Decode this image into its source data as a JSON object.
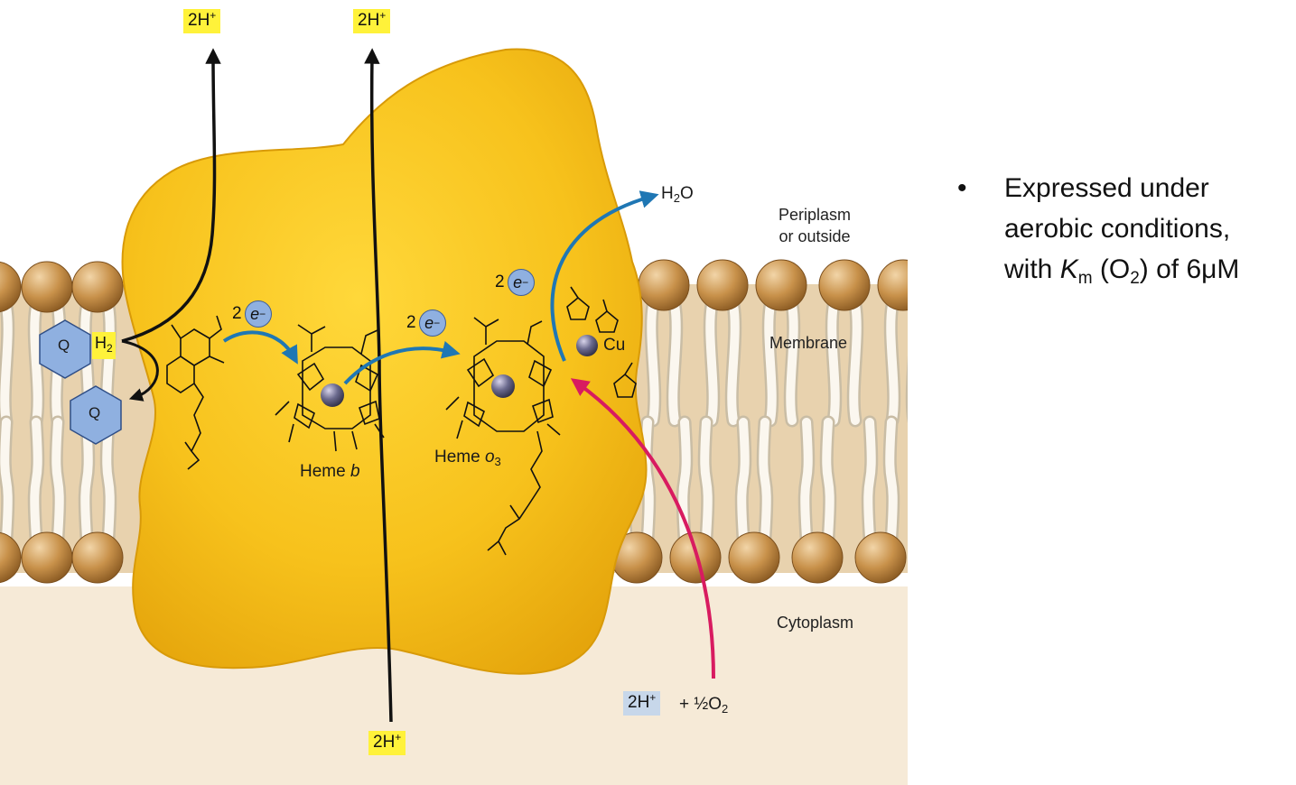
{
  "labels": {
    "proton_top_left": "2H",
    "proton_top_mid": "2H",
    "proton_bottom": "2H",
    "proton_plus": "+",
    "electron_count": "2",
    "electron_symbol": "e",
    "electron_charge": "−",
    "water_h": "H",
    "water_sub": "2",
    "water_o": "O",
    "periplasm_line1": "Periplasm",
    "periplasm_line2": "or outside",
    "membrane": "Membrane",
    "cytoplasm": "Cytoplasm",
    "quinone": "Q",
    "quinol_h": "H",
    "quinol_sub": "2",
    "heme_b_prefix": "Heme ",
    "heme_b_italic": "b",
    "heme_o3_prefix": "Heme ",
    "heme_o3_italic": "o",
    "heme_o3_sub": "3",
    "copper": "Cu",
    "oxygen_proton": "2H",
    "oxygen_plus_half": "+ ½O",
    "oxygen_sub": "2"
  },
  "bullet": {
    "marker": "•",
    "line_a": "Expressed under aerobic conditions, with ",
    "k_symbol": "K",
    "k_sub": "m",
    "paren_open": " (O",
    "o_sub": "2",
    "line_b": ") of 6μM"
  },
  "colors": {
    "protein": "#f7c21c",
    "membrane_band": "#e8d2ae",
    "lipid_head": "#c8914a",
    "electron_arrow": "#1f77b4",
    "oxygen_arrow": "#d81b60",
    "proton_tag": "#fff23a",
    "quinone": "#8fb0e0"
  }
}
